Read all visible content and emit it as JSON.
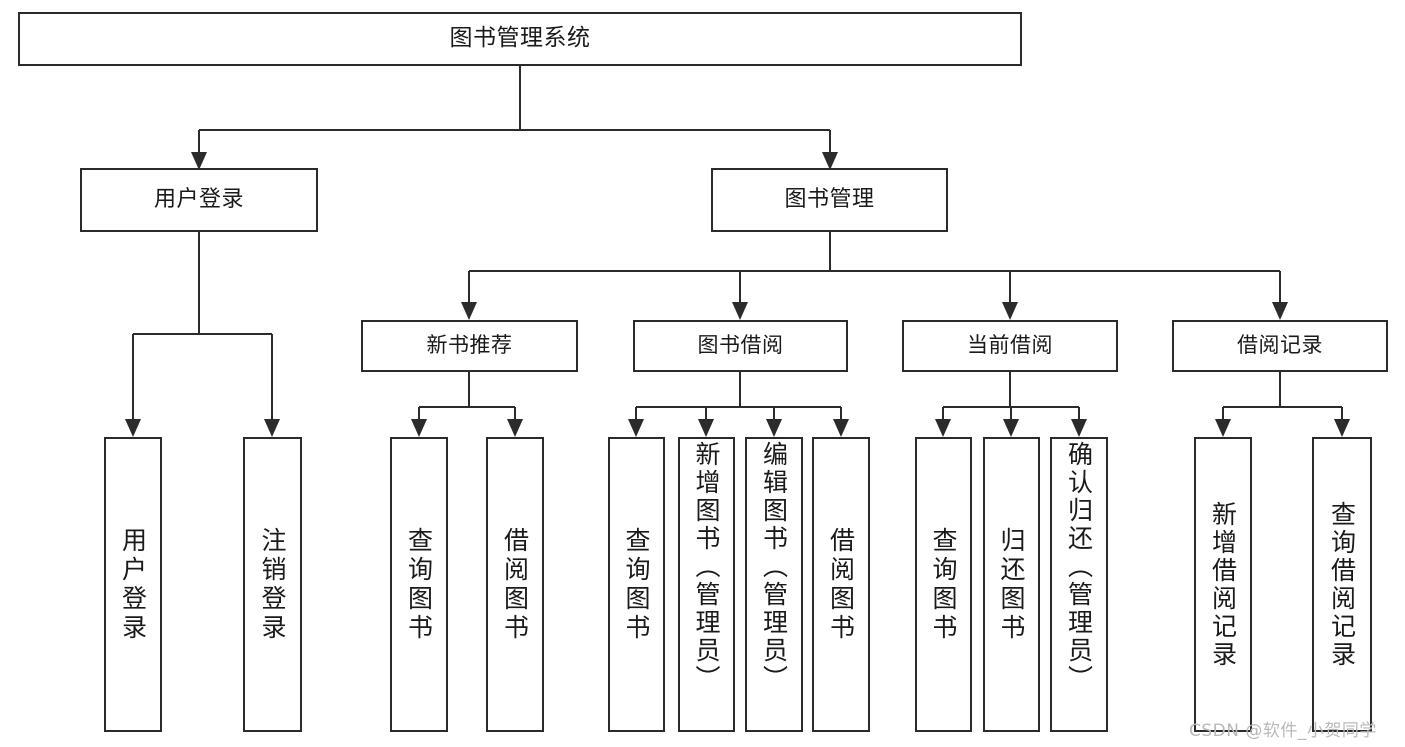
{
  "diagram": {
    "type": "tree",
    "title": "图书管理系统",
    "orientation": "top-down",
    "watermark": "CSDN @软件_小贺同学",
    "colors": {
      "stroke": "#2b2b2b",
      "box_fill": "#ffffff",
      "text": "#1a1a1a",
      "background": "#ffffff",
      "watermark": "#b9b9b9"
    }
  },
  "nodes": {
    "root": {
      "label": "图书管理系统"
    },
    "level2": [
      {
        "id": "user-login",
        "label": "用户登录"
      },
      {
        "id": "book-manage",
        "label": "图书管理"
      }
    ],
    "level3": [
      {
        "id": "new-book-recommend",
        "label": "新书推荐"
      },
      {
        "id": "book-borrow",
        "label": "图书借阅"
      },
      {
        "id": "current-borrow",
        "label": "当前借阅"
      },
      {
        "id": "borrow-record",
        "label": "借阅记录"
      }
    ],
    "leaves": [
      {
        "id": "leaf-user-login",
        "label": "用户登录",
        "parent": "user-login"
      },
      {
        "id": "leaf-logout",
        "label": "注销登录",
        "parent": "user-login"
      },
      {
        "id": "leaf-query-book-1",
        "label": "查询图书",
        "parent": "new-book-recommend"
      },
      {
        "id": "leaf-borrow-book-1",
        "label": "借阅图书",
        "parent": "new-book-recommend"
      },
      {
        "id": "leaf-query-book-2",
        "label": "查询图书",
        "parent": "book-borrow"
      },
      {
        "id": "leaf-add-book",
        "label": "新增图书（管理员）",
        "parent": "book-borrow"
      },
      {
        "id": "leaf-edit-book",
        "label": "编辑图书（管理员）",
        "parent": "book-borrow"
      },
      {
        "id": "leaf-borrow-book-2",
        "label": "借阅图书",
        "parent": "book-borrow"
      },
      {
        "id": "leaf-query-book-3",
        "label": "查询图书",
        "parent": "current-borrow"
      },
      {
        "id": "leaf-return-book",
        "label": "归还图书",
        "parent": "current-borrow"
      },
      {
        "id": "leaf-confirm-return",
        "label": "确认归还（管理员）",
        "parent": "current-borrow"
      },
      {
        "id": "leaf-add-record",
        "label": "新增借阅记录",
        "parent": "borrow-record"
      },
      {
        "id": "leaf-query-record",
        "label": "查询借阅记录",
        "parent": "borrow-record"
      }
    ]
  }
}
